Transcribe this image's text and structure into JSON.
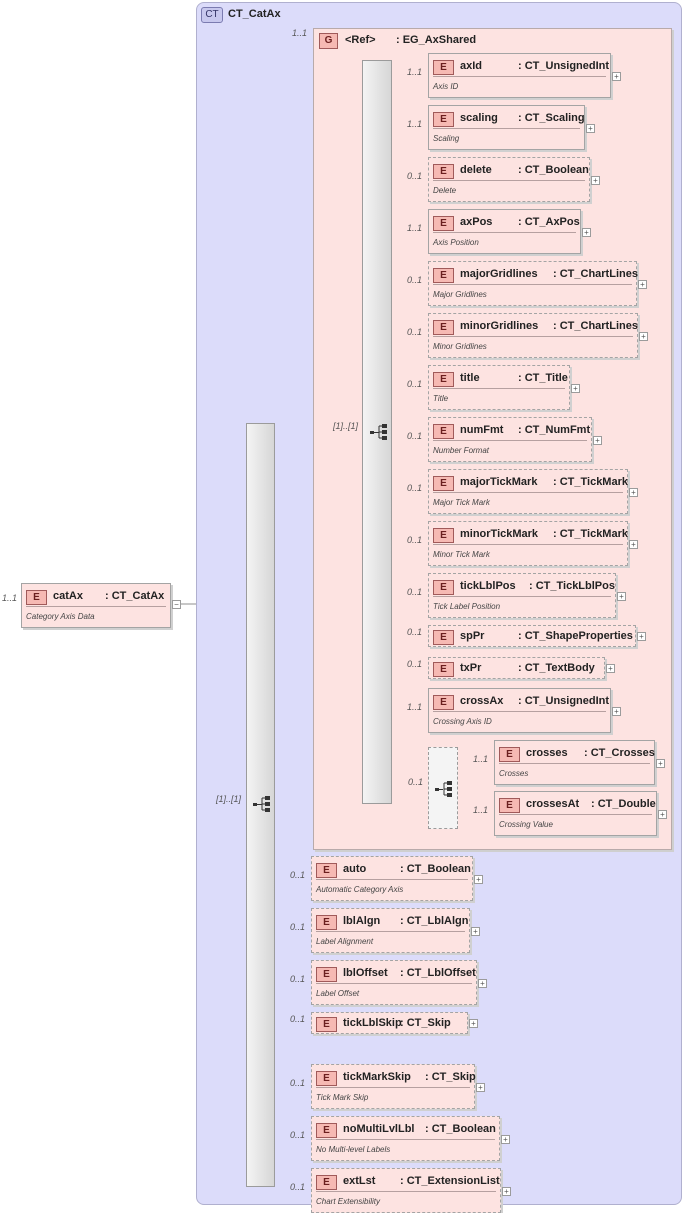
{
  "complex_type": {
    "badge": "CT",
    "name": "CT_CatAx"
  },
  "root": {
    "cardinality": "1..1",
    "badge": "E",
    "name": "catAx",
    "type": ": CT_CatAx",
    "desc": "Category Axis Data"
  },
  "group": {
    "cardinality": "1..1",
    "badge": "G",
    "ref": "<Ref>",
    "type": ": EG_AxShared"
  },
  "outer_sequence": {
    "cardinality": "[1]..[1]"
  },
  "inner_sequence": {
    "cardinality": "[1]..[1]"
  },
  "choice": {
    "cardinality": "0..1"
  },
  "group_elements": [
    {
      "name": "axId",
      "type": ": CT_UnsignedInt",
      "desc": "Axis ID",
      "cardinality": "1..1",
      "optional": false
    },
    {
      "name": "scaling",
      "type": ": CT_Scaling",
      "desc": "Scaling",
      "cardinality": "1..1",
      "optional": false
    },
    {
      "name": "delete",
      "type": ": CT_Boolean",
      "desc": "Delete",
      "cardinality": "0..1",
      "optional": true
    },
    {
      "name": "axPos",
      "type": ": CT_AxPos",
      "desc": "Axis Position",
      "cardinality": "1..1",
      "optional": false
    },
    {
      "name": "majorGridlines",
      "type": ": CT_ChartLines",
      "desc": "Major Gridlines",
      "cardinality": "0..1",
      "optional": true
    },
    {
      "name": "minorGridlines",
      "type": ": CT_ChartLines",
      "desc": "Minor Gridlines",
      "cardinality": "0..1",
      "optional": true
    },
    {
      "name": "title",
      "type": ": CT_Title",
      "desc": "Title",
      "cardinality": "0..1",
      "optional": true
    },
    {
      "name": "numFmt",
      "type": ": CT_NumFmt",
      "desc": "Number Format",
      "cardinality": "0..1",
      "optional": true
    },
    {
      "name": "majorTickMark",
      "type": ": CT_TickMark",
      "desc": "Major Tick Mark",
      "cardinality": "0..1",
      "optional": true
    },
    {
      "name": "minorTickMark",
      "type": ": CT_TickMark",
      "desc": "Minor Tick Mark",
      "cardinality": "0..1",
      "optional": true
    },
    {
      "name": "tickLblPos",
      "type": ": CT_TickLblPos",
      "desc": "Tick Label Position",
      "cardinality": "0..1",
      "optional": true
    },
    {
      "name": "spPr",
      "type": ": CT_ShapeProperties",
      "desc": "",
      "cardinality": "0..1",
      "optional": true
    },
    {
      "name": "txPr",
      "type": ": CT_TextBody",
      "desc": "",
      "cardinality": "0..1",
      "optional": true
    },
    {
      "name": "crossAx",
      "type": ": CT_UnsignedInt",
      "desc": "Crossing Axis ID",
      "cardinality": "1..1",
      "optional": false
    }
  ],
  "choice_elements": [
    {
      "name": "crosses",
      "type": ": CT_Crosses",
      "desc": "Crosses",
      "cardinality": "1..1",
      "optional": false
    },
    {
      "name": "crossesAt",
      "type": ": CT_Double",
      "desc": "Crossing Value",
      "cardinality": "1..1",
      "optional": false
    }
  ],
  "outer_elements": [
    {
      "name": "auto",
      "type": ": CT_Boolean",
      "desc": "Automatic Category Axis",
      "cardinality": "0..1",
      "optional": true
    },
    {
      "name": "lblAlgn",
      "type": ": CT_LblAlgn",
      "desc": "Label Alignment",
      "cardinality": "0..1",
      "optional": true
    },
    {
      "name": "lblOffset",
      "type": ": CT_LblOffset",
      "desc": "Label Offset",
      "cardinality": "0..1",
      "optional": true
    },
    {
      "name": "tickLblSkip",
      "type": ": CT_Skip",
      "desc": "",
      "cardinality": "0..1",
      "optional": true
    },
    {
      "name": "tickMarkSkip",
      "type": ": CT_Skip",
      "desc": "Tick Mark Skip",
      "cardinality": "0..1",
      "optional": true
    },
    {
      "name": "noMultiLvlLbl",
      "type": ": CT_Boolean",
      "desc": "No Multi-level Labels",
      "cardinality": "0..1",
      "optional": true
    },
    {
      "name": "extLst",
      "type": ": CT_ExtensionList",
      "desc": "Chart Extensibility",
      "cardinality": "0..1",
      "optional": true
    }
  ],
  "element_badge": "E",
  "expand_glyph": "+",
  "collapse_glyph": "−"
}
